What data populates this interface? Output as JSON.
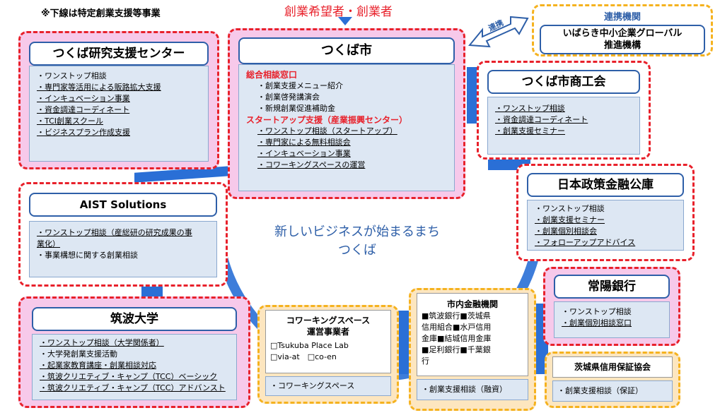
{
  "note": "※下線は特定創業支援等事業",
  "header_label": "創業希望者・創業者",
  "renkei": "連携",
  "partner": {
    "title": "連携機関",
    "lines": [
      "いばらき中小企業グローバル",
      "推進機構"
    ]
  },
  "center_text": [
    "新しいビジネスが始まるまち",
    "つくば"
  ],
  "tsukuba_city": {
    "title": "つくば市",
    "section1": "総合相談窓口",
    "items1": [
      "・創業支援メニュー紹介",
      "・創業啓発講演会",
      "・新規創業促進補助金"
    ],
    "section2": "スタートアップ支援（産業振興センター）",
    "items2": [
      "・ワンストップ相談（スタートアップ）",
      "・専門家による無料相談会",
      "・インキュベーション事業",
      "・コワーキングスペースの運営"
    ]
  },
  "research_center": {
    "title": "つくば研究支援センター",
    "items": [
      "・ワンストップ相談",
      "・専門家等活用による販路拡大支援",
      "・インキュベーション事業",
      "・資金調達コーディネート",
      "・TCI創業スクール",
      "・ビジネスプラン作成支援"
    ]
  },
  "aist": {
    "title": "AIST Solutions",
    "items": [
      "・ワンストップ相談（産総研の研究成果の事",
      "業化）",
      "・事業構想に関する創業相談"
    ]
  },
  "univ": {
    "title": "筑波大学",
    "items": [
      "・ワンストップ相談（大学関係者）",
      "・大学発創業支援活動",
      "・起業家教育講座・創業相談対応",
      "・筑波クリエティブ・キャンプ（TCC）ベーシック",
      "・筑波クリエティブ・キャンプ（TCC）アドバンスト"
    ]
  },
  "cowork": {
    "title": [
      "コワーキングスペース",
      "運営事業者"
    ],
    "members": [
      "□Tsukuba Place Lab",
      "□via-at　□co-en"
    ],
    "service": "・コワーキングスペース"
  },
  "banks": {
    "title": "市内金融機関",
    "lines": [
      "■筑波銀行■茨城県",
      "信用組合■水戸信用",
      "金庫■結城信用金庫",
      "■足利銀行■千葉銀",
      "行"
    ],
    "service": "・創業支援相談（融資）"
  },
  "commerce": {
    "title": "つくば市商工会",
    "items": [
      "・ワンストップ相談",
      "・資金調達コーディネート",
      "・創業支援セミナー"
    ]
  },
  "jfc": {
    "title": "日本政策金融公庫",
    "items": [
      "・ワンストップ相談",
      "・創業支援セミナー",
      "・創業個別相談会",
      "・フォローアップアドバイス"
    ]
  },
  "joyo": {
    "title": "常陽銀行",
    "items": [
      "・ワンストップ相談",
      "・創業個別相談窓口"
    ]
  },
  "guarantee": {
    "title": "茨城県信用保証協会",
    "service": "・創業支援相談（保証）"
  }
}
